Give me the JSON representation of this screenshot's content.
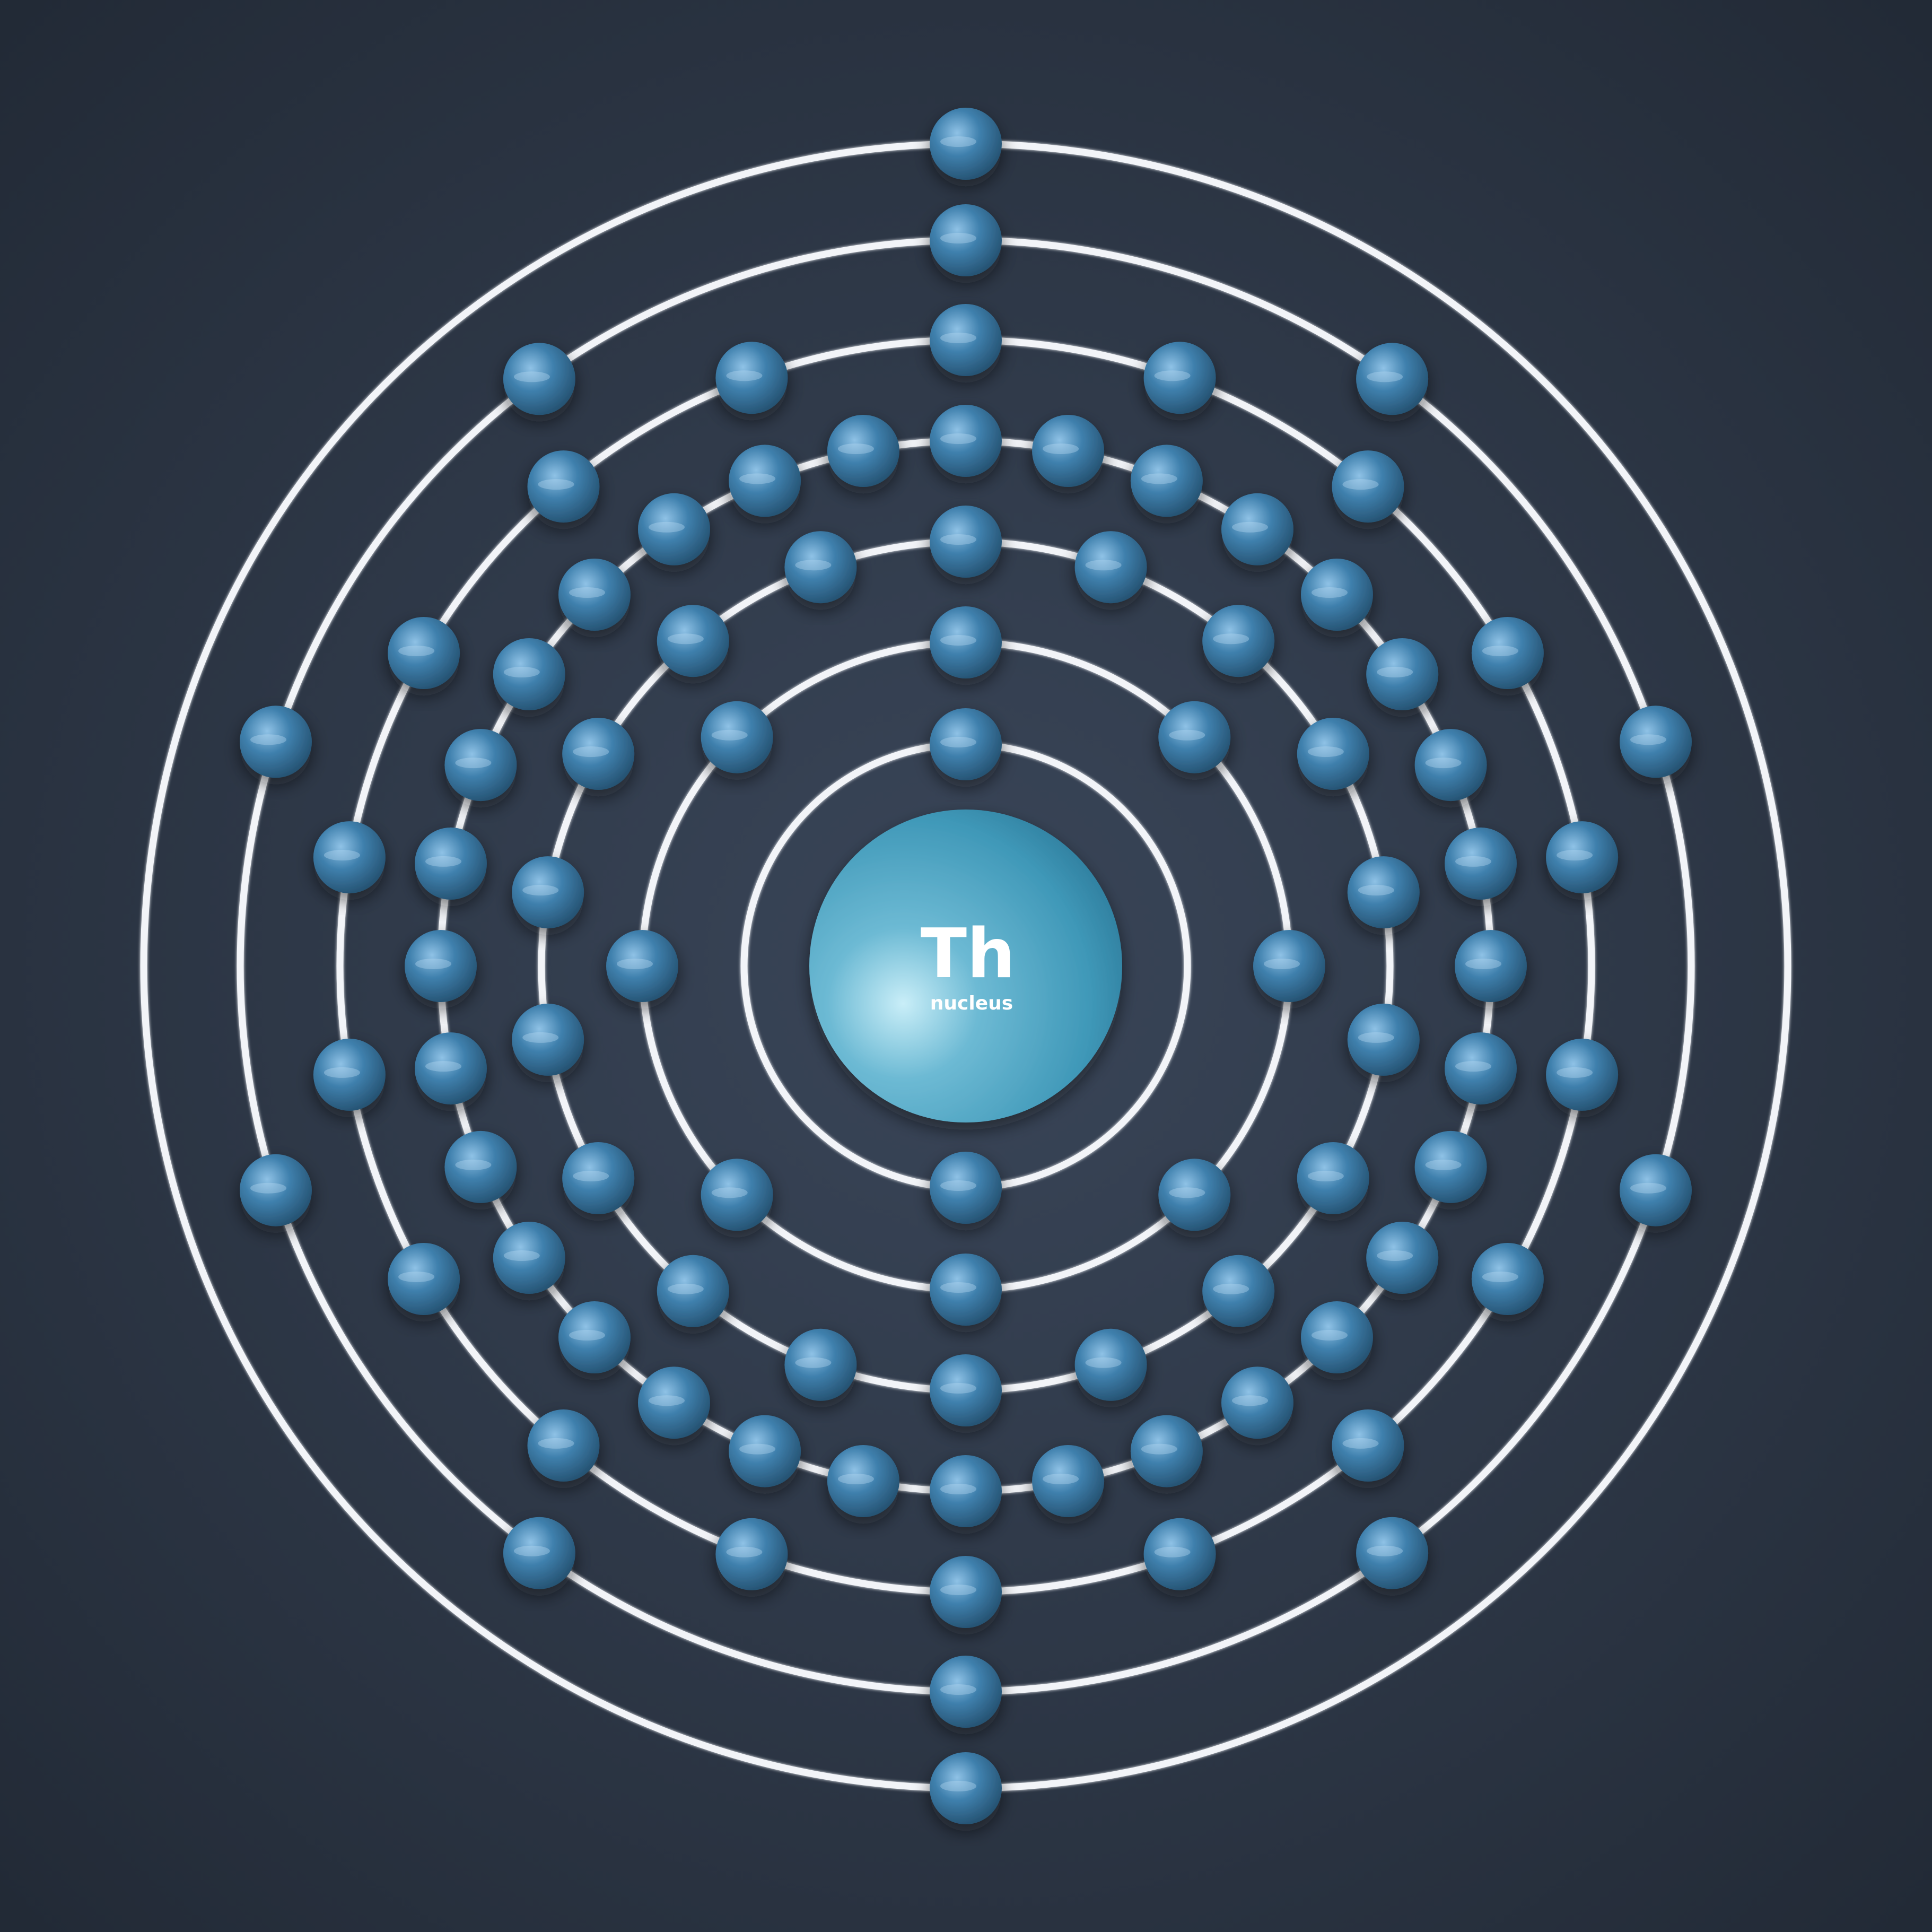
{
  "atom": {
    "symbol": "Th",
    "nucleus_label": "nucleus",
    "shell_electron_counts": [
      2,
      8,
      18,
      32,
      18,
      10,
      2
    ]
  },
  "colors": {
    "background_center": "#3a4659",
    "background_edge": "#222a36",
    "orbit": "#f2f4f8",
    "electron": "#3a79a8",
    "electron_highlight": "#8fc2e6",
    "nucleus": "#4aa3c2",
    "nucleus_highlight": "#c9eef8",
    "label": "#ffffff"
  }
}
